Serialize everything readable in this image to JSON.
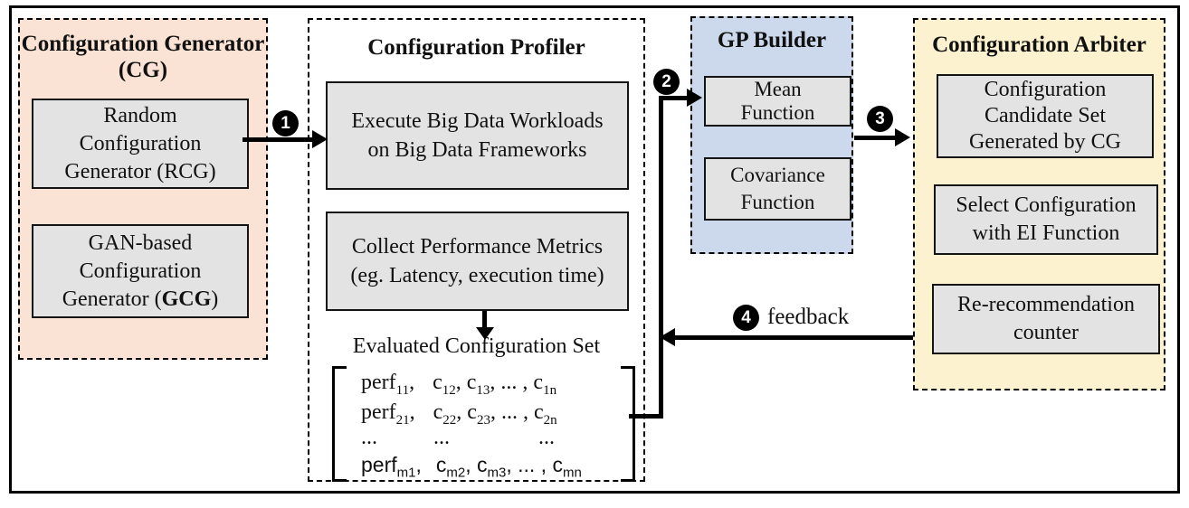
{
  "colors": {
    "cg_panel_bg": "#fae3d5",
    "gp_panel_bg": "#ccd8ec",
    "arbiter_panel_bg": "#fdf2cf",
    "node_bg": "#e3e3e3",
    "arrow_color": "#000000"
  },
  "badges": {
    "one": "1",
    "two": "2",
    "three": "3",
    "four": "4"
  },
  "cg": {
    "title_line1": "Configuration Generator",
    "title_line2": "(CG)",
    "rcg": {
      "line1": "Random",
      "line2": "Configuration",
      "line3": "Generator (RCG)"
    },
    "gcg": {
      "line1": "GAN-based",
      "line2": "Configuration",
      "line3_prefix": "Generator (",
      "line3_bold": "GCG",
      "line3_suffix": ")"
    }
  },
  "profiler": {
    "title": "Configuration Profiler",
    "execute_box": {
      "line1": "Execute Big Data Workloads",
      "line2": "on Big Data Frameworks"
    },
    "collect_box": {
      "line1": "Collect Performance Metrics",
      "line2": "(eg. Latency, execution time)"
    },
    "evaluated_label": "Evaluated Configuration Set",
    "matrix_rows": [
      {
        "font": "serif",
        "segments": [
          {
            "t": "perf"
          },
          {
            "sub": "11"
          },
          {
            "t": ","
          },
          {
            "gap": 20
          },
          {
            "t": "c"
          },
          {
            "sub": "12"
          },
          {
            "t": ", c"
          },
          {
            "sub": "13"
          },
          {
            "t": ", ... , c"
          },
          {
            "sub": "1n"
          }
        ]
      },
      {
        "font": "serif",
        "segments": [
          {
            "t": "perf"
          },
          {
            "sub": "21"
          },
          {
            "t": ","
          },
          {
            "gap": 20
          },
          {
            "t": "c"
          },
          {
            "sub": "22"
          },
          {
            "t": ", c"
          },
          {
            "sub": "23"
          },
          {
            "t": ", ... , c"
          },
          {
            "sub": "2n"
          }
        ]
      },
      {
        "font": "serif",
        "ellipsis": true,
        "segments": [
          {
            "t": "..."
          },
          {
            "gap": 62
          },
          {
            "t": "..."
          },
          {
            "gap": 98
          },
          {
            "t": "..."
          }
        ]
      },
      {
        "font": "sans",
        "segments": [
          {
            "t": "perf"
          },
          {
            "sub": "m1"
          },
          {
            "t": ","
          },
          {
            "gap": 16
          },
          {
            "t": "c"
          },
          {
            "sub": "m2"
          },
          {
            "t": ", c"
          },
          {
            "sub": "m3"
          },
          {
            "t": ", ... , c"
          },
          {
            "sub": "mn"
          }
        ]
      }
    ]
  },
  "gp": {
    "title": "GP Builder",
    "mean_box": {
      "line1": "Mean",
      "line2": "Function"
    },
    "cov_box": {
      "line1": "Covariance",
      "line2": "Function"
    }
  },
  "arbiter": {
    "title": "Configuration Arbiter",
    "candidate_box": {
      "line1": "Configuration",
      "line2": "Candidate Set",
      "line3": "Generated by CG"
    },
    "select_box": {
      "line1": "Select Configuration",
      "line2": "with EI Function"
    },
    "counter_box": {
      "line1": "Re-recommendation",
      "line2": "counter"
    }
  },
  "labels": {
    "feedback": "feedback"
  }
}
